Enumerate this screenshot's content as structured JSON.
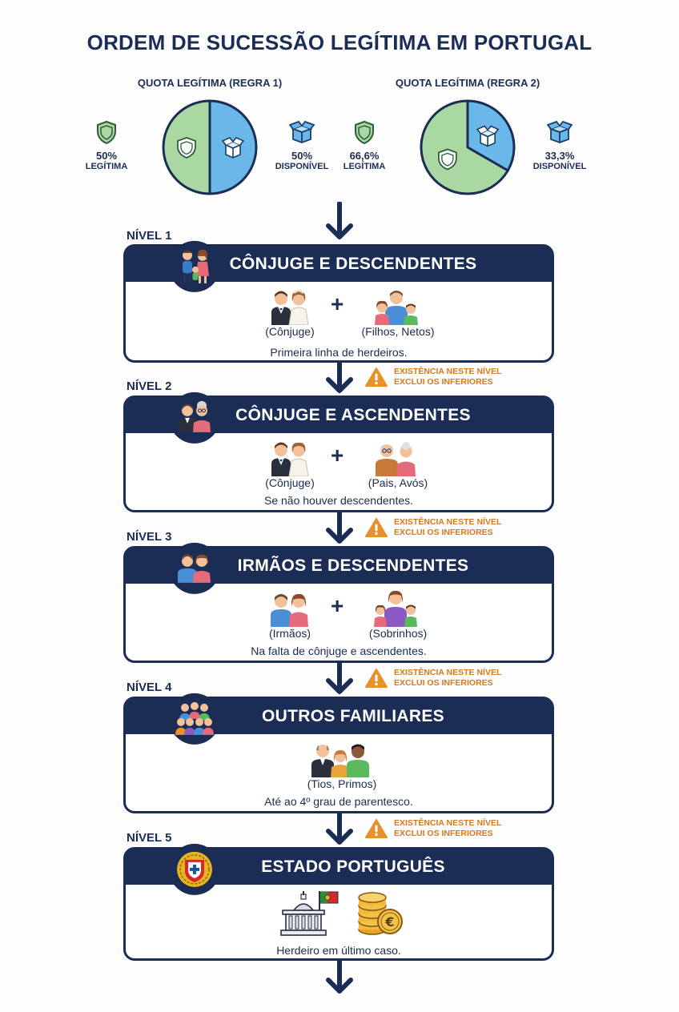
{
  "title": "ORDEM DE SUCESSÃO LEGÍTIMA EM PORTUGAL",
  "colors": {
    "navy": "#1b2d55",
    "green": "#a9d8a2",
    "blue": "#6ab7ea",
    "warning": "#e8902a"
  },
  "quota_charts": [
    {
      "heading": "QUOTA LEGÍTIMA (REGRA 1)",
      "legitima_pct": "50%",
      "legitima_label": "LEGÍTIMA",
      "disponivel_pct": "50%",
      "disponivel_label": "DISPONÍVEL"
    },
    {
      "heading": "QUOTA LEGÍTIMA (REGRA 2)",
      "legitima_pct": "66,6%",
      "legitima_label": "LEGÍTIMA",
      "disponivel_pct": "33,3%",
      "disponivel_label": "DISPONÍVEL"
    }
  ],
  "warning_line1": "EXISTÊNCIA NESTE NÍVEL",
  "warning_line2": "EXCLUI OS INFERIORES",
  "levels": [
    {
      "label": "NÍVEL 1",
      "title": "CÔNJUGE E DESCENDENTES",
      "caption_left": "(Cônjuge)",
      "caption_right": "(Filhos, Netos)",
      "description": "Primeira linha de herdeiros.",
      "icon": "family-icon"
    },
    {
      "label": "NÍVEL 2",
      "title": "CÔNJUGE E ASCENDENTES",
      "caption_left": "(Cônjuge)",
      "caption_right": "(Pais, Avós)",
      "description": "Se não houver descendentes.",
      "icon": "elderly-couple-icon"
    },
    {
      "label": "NÍVEL 3",
      "title": "IRMÃOS E DESCENDENTES",
      "caption_left": "(Irmãos)",
      "caption_right": "(Sobrinhos)",
      "description": "Na falta de cônjuge e ascendentes.",
      "icon": "siblings-icon"
    },
    {
      "label": "NÍVEL 4",
      "title": "OUTROS FAMILIARES",
      "caption_center": "(Tios, Primos)",
      "description": "Até ao 4º grau de parentesco.",
      "icon": "group-icon"
    },
    {
      "label": "NÍVEL 5",
      "title": "ESTADO PORTUGUÊS",
      "description": "Herdeiro em último caso.",
      "icon": "portugal-coat-of-arms-icon"
    }
  ],
  "chart_data": [
    {
      "type": "pie",
      "title": "QUOTA LEGÍTIMA (REGRA 1)",
      "categories": [
        "LEGÍTIMA",
        "DISPONÍVEL"
      ],
      "values": [
        50,
        50
      ]
    },
    {
      "type": "pie",
      "title": "QUOTA LEGÍTIMA (REGRA 2)",
      "categories": [
        "LEGÍTIMA",
        "DISPONÍVEL"
      ],
      "values": [
        66.6,
        33.3
      ]
    }
  ]
}
